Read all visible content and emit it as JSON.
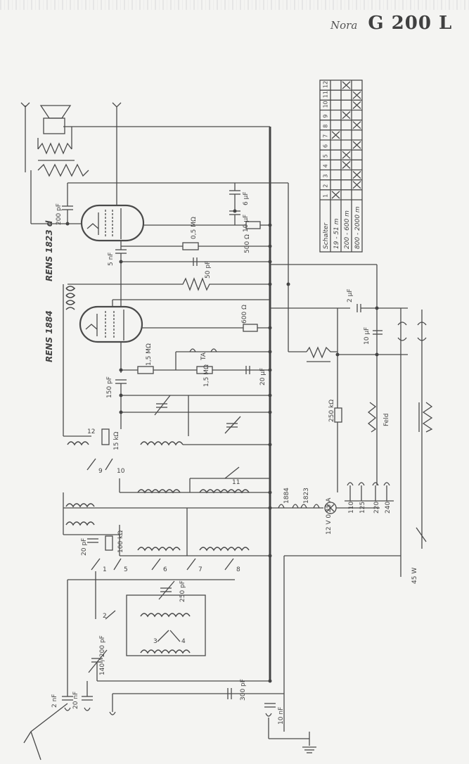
{
  "header": {
    "brand": "Nora",
    "model": "G 200 L"
  },
  "tubes": [
    {
      "label": "RENS 1823 d"
    },
    {
      "label": "RENS 1884"
    }
  ],
  "switch_table": {
    "headers": [
      "Schalter",
      "1",
      "2",
      "3",
      "4",
      "5",
      "6",
      "7",
      "8",
      "9",
      "10",
      "11",
      "12"
    ],
    "rows": [
      {
        "band": "19 - 51    m"
      },
      {
        "band": "200 - 600  m"
      },
      {
        "band": "800 - 2000 m"
      }
    ]
  },
  "components": {
    "c_200pf": "200 pF",
    "c_6uf": "6 µF",
    "c_10uf": "10 µF",
    "r_500": "500 Ω",
    "r_05m": "0,5 MΩ",
    "c_5nf": "5 nF",
    "c_50pf": "50 pF",
    "c_2uf": "2 µF",
    "c_10uf_b": "10 µF",
    "r_600": "600 Ω",
    "ta": "TA",
    "r_15m": "1,5 MΩ",
    "r_15m_b": "1,5 MΩ",
    "c_20uf": "20 µF",
    "c_150pf": "150 pF",
    "r_250k": "250 kΩ",
    "feld": "Feld",
    "r_15k": "15 kΩ",
    "c_20pf": "20 pF",
    "r_100k": "100 kΩ",
    "c_250pf": "250 pF",
    "c_140pf": "140 / 200 pF",
    "c_2nf": "2 nF",
    "c_20nf": "20 nF",
    "c_300pf": "300 pF",
    "c_10nf": "10 nF",
    "lamp": "12 V 0,25 A",
    "mains_w": "45 W"
  },
  "filaments": [
    "1884",
    "1823"
  ],
  "mains_taps": [
    "110",
    "125",
    "220",
    "240"
  ],
  "switches": [
    "1",
    "2",
    "3",
    "4",
    "5",
    "6",
    "7",
    "8",
    "9",
    "10",
    "11",
    "12"
  ]
}
